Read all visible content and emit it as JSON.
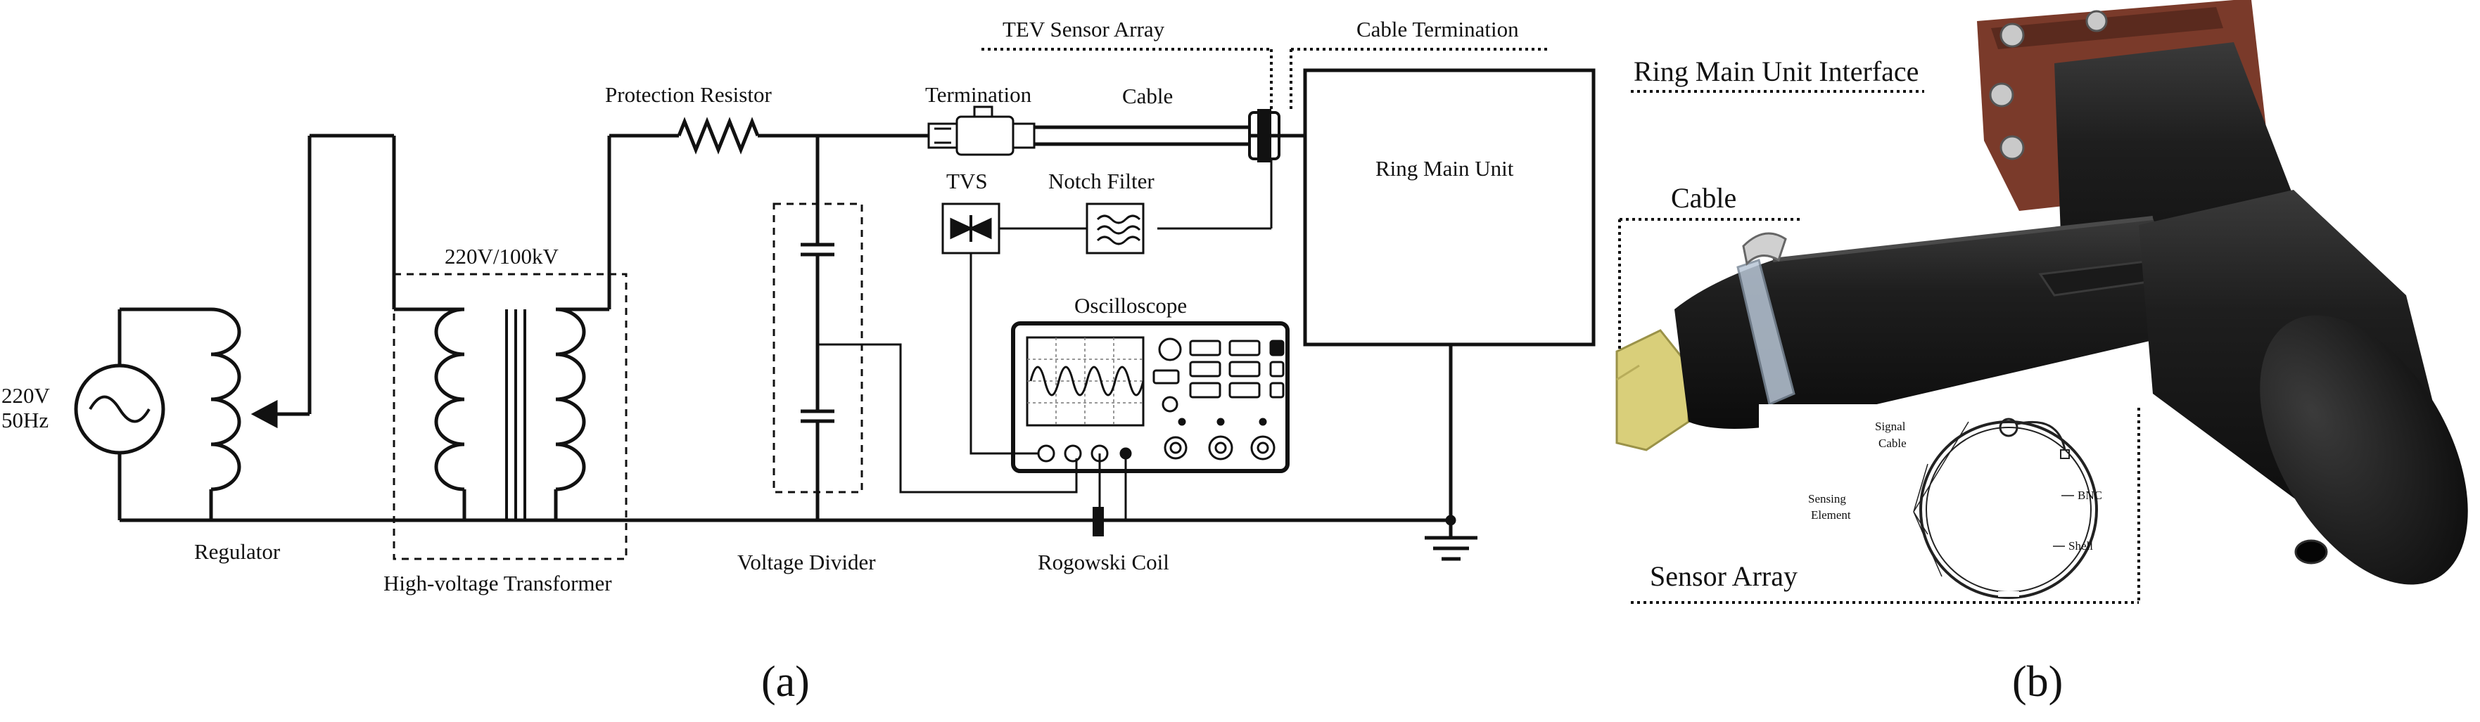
{
  "panel_a": {
    "source": {
      "voltage": "220V",
      "freq": "50Hz"
    },
    "regulator": "Regulator",
    "transformer_rating": "220V/100kV",
    "transformer": "High-voltage Transformer",
    "protection_resistor": "Protection Resistor",
    "voltage_divider": "Voltage Divider",
    "termination": "Termination",
    "cable": "Cable",
    "tev_sensor_array": "TEV Sensor Array",
    "cable_termination": "Cable Termination",
    "ring_main_unit": "Ring Main Unit",
    "tvs": "TVS",
    "notch_filter": "Notch Filter",
    "oscilloscope": "Oscilloscope",
    "rogowski_coil": "Rogowski Coil",
    "caption": "(a)"
  },
  "panel_b": {
    "ring_main_unit_interface": "Ring Main Unit Interface",
    "cable": "Cable",
    "sensor_array": "Sensor Array",
    "inset": {
      "signal": "Signal",
      "cable": "Cable",
      "sensing": "Sensing",
      "element": "Element",
      "bnc": "BNC",
      "shell": "Shell"
    },
    "caption": "(b)"
  }
}
